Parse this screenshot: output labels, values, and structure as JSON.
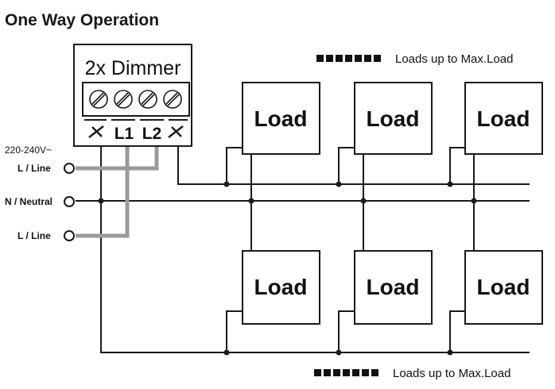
{
  "title": "One Way Operation",
  "dimmer": {
    "name": "2x Dimmer",
    "terminals": [
      "L1",
      "L2"
    ]
  },
  "supply": {
    "voltage": "220-240V~",
    "line1": "L / Line",
    "neutral": "N / Neutral",
    "line2": "L / Line"
  },
  "load_label": "Load",
  "legend": {
    "top": "Loads up to Max.Load",
    "bottom": "Loads up to Max.Load"
  },
  "colors": {
    "line": "#1a1a1a",
    "supply_wire": "#9a9a9a",
    "background": "#ffffff"
  },
  "icons": {
    "switch_symbol": "switched-output-icon",
    "terminal_screw": "screw-terminal-icon"
  }
}
